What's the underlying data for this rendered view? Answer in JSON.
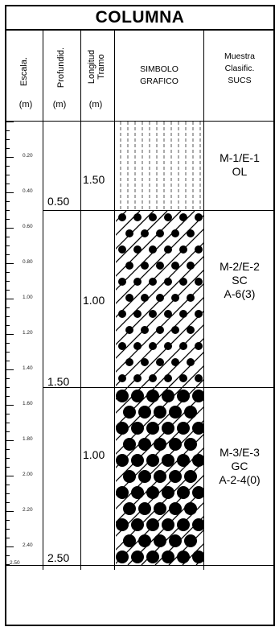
{
  "title": "COLUMNA",
  "headers": {
    "escala": "Escala.",
    "escala_unit": "(m)",
    "profundidad": "Profundid.",
    "profundidad_unit": "(m)",
    "longitud_line1": "Longitud",
    "longitud_line2": "Tramo",
    "longitud_unit": "(m)",
    "simbolo_line1": "SIMBOLO",
    "simbolo_line2": "GRAFICO",
    "muestra_line1": "Muestra",
    "muestra_line2": "Clasific.",
    "muestra_line3": "SUCS"
  },
  "scale_labels": [
    "0.20",
    "0.40",
    "0.60",
    "0.80",
    "1.00",
    "1.20",
    "1.40",
    "1.60",
    "1.80",
    "2.00",
    "2.20",
    "2.40",
    "2.50"
  ],
  "strata": [
    {
      "depth": "0.50",
      "length": "1.50",
      "pattern": "silt-organic",
      "sample": "M-1/E-1",
      "sucs": "OL",
      "aashto": ""
    },
    {
      "depth": "1.50",
      "length": "1.00",
      "pattern": "clayey-sand",
      "sample": "M-2/E-2",
      "sucs": "SC",
      "aashto": "A-6(3)"
    },
    {
      "depth": "2.50",
      "length": "1.00",
      "pattern": "clayey-gravel",
      "sample": "M-3/E-3",
      "sucs": "GC",
      "aashto": "A-2-4(0)"
    }
  ]
}
